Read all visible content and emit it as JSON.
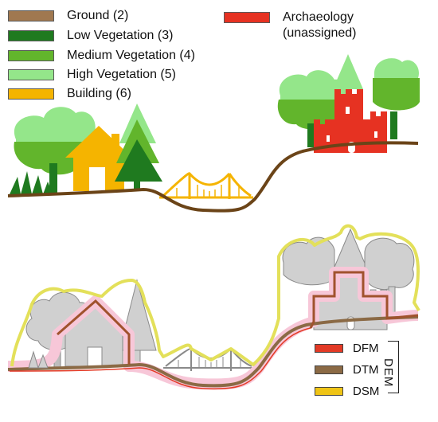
{
  "legend": {
    "items": [
      {
        "label": "Ground (2)",
        "color": "#a07850"
      },
      {
        "label": "Low Vegetation (3)",
        "color": "#1f7a1f"
      },
      {
        "label": "Medium Vegetation (4)",
        "color": "#62b52c"
      },
      {
        "label": "High Vegetation (5)",
        "color": "#94e68a"
      },
      {
        "label": "Building (6)",
        "color": "#f5b400"
      },
      {
        "label": "Archaeology (unassigned)",
        "color": "#e63222"
      }
    ]
  },
  "dem_legend": {
    "title": "DEM",
    "items": [
      {
        "label": "DFM",
        "color": "#e33a26"
      },
      {
        "label": "DTM",
        "color": "#8b6a45"
      },
      {
        "label": "DSM",
        "color": "#efc415"
      }
    ]
  },
  "colors": {
    "ground_line": "#6b4418",
    "house": "#f5b400",
    "bridge": "#f5b400",
    "castle": "#e63222",
    "tree_dark": "#1f7a1f",
    "tree_mid": "#62b52c",
    "tree_light": "#94e68a",
    "grey_object": "#bdbdbd",
    "grey_stroke": "#8a8a8a",
    "dsm_line": "#e3e05a",
    "dfm_glow": "#f7c7d8"
  }
}
